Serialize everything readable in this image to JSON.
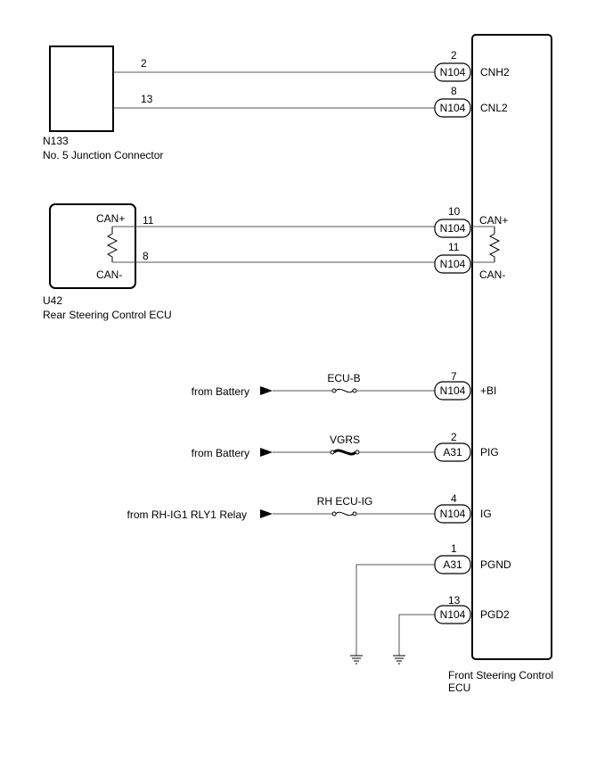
{
  "junction": {
    "code": "N133",
    "name": "No. 5 Junction Connector"
  },
  "rear_ecu": {
    "code": "U42",
    "name": "Rear Steering Control ECU",
    "can_high": "CAN+",
    "can_low": "CAN-"
  },
  "front_ecu": {
    "line1": "Front Steering Control",
    "line2": "ECU"
  },
  "wires": {
    "cnh2": {
      "src_pin": "2",
      "dst_pin": "2",
      "connector": "N104",
      "terminal": "CNH2"
    },
    "cnl2": {
      "src_pin": "13",
      "dst_pin": "8",
      "connector": "N104",
      "terminal": "CNL2"
    },
    "canh": {
      "src_pin": "11",
      "dst_pin": "10",
      "connector": "N104",
      "terminal": "CAN+"
    },
    "canl": {
      "src_pin": "8",
      "dst_pin": "11",
      "connector": "N104",
      "terminal": "CAN-"
    },
    "bi": {
      "source": "from Battery",
      "fuse": "ECU-B",
      "dst_pin": "7",
      "connector": "N104",
      "terminal": "+BI"
    },
    "pig": {
      "source": "from Battery",
      "fuse": "VGRS",
      "dst_pin": "2",
      "connector": "A31",
      "terminal": "PIG"
    },
    "ig": {
      "source": "from RH-IG1 RLY1 Relay",
      "fuse": "RH ECU-IG",
      "dst_pin": "4",
      "connector": "N104",
      "terminal": "IG"
    },
    "pgnd": {
      "dst_pin": "1",
      "connector": "A31",
      "terminal": "PGND"
    },
    "pgd2": {
      "dst_pin": "13",
      "connector": "N104",
      "terminal": "PGD2"
    }
  }
}
